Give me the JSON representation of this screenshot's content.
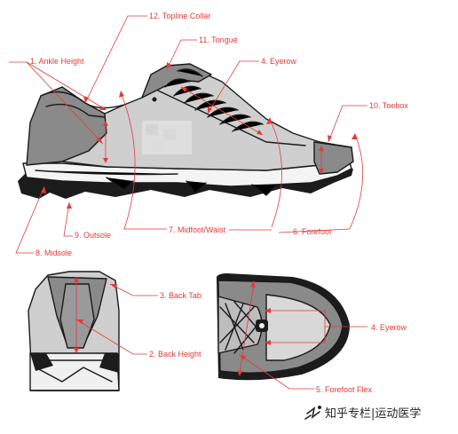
{
  "labels": {
    "ankle_height": "1. Ankle Height",
    "back_height": "2. Back Height",
    "back_tab": "3. Back Tab",
    "eyerow_top": "4. Eyerow",
    "eyerow_bottom": "4. Eyerow",
    "forefoot_flex": "5. Forefoot Flex",
    "forefoot": "6. Forefoot",
    "midfoot_waist": "7. Midfoot/Waist",
    "midsole": "8. Midsole",
    "outsole": "9. Outsole",
    "toebox": "10. Toebox",
    "tongue": "11. Tongue",
    "topline_collar": "12. Topline Collar"
  },
  "watermark": {
    "text": "知乎专栏|运动医学"
  },
  "colors": {
    "annotation_red": "#e23b3b",
    "upper_light_gray": "#cfcfcf",
    "upper_dark_gray": "#8a8a8a",
    "sole_black": "#1c1c1c"
  }
}
